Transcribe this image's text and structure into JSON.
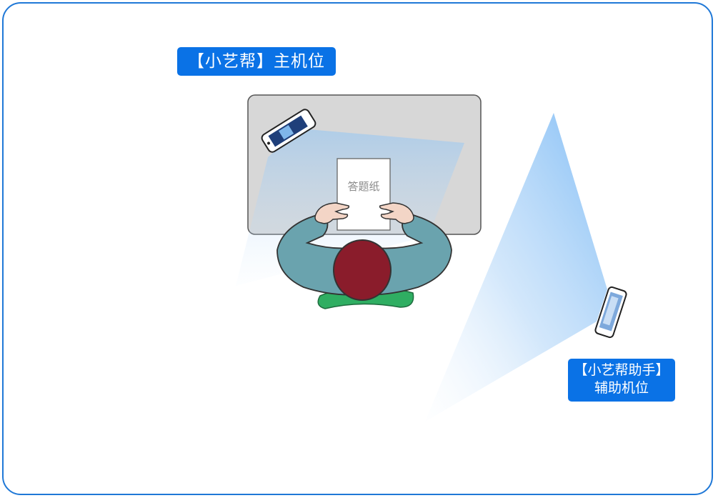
{
  "labels": {
    "main_camera": "【小艺帮】主机位",
    "aux_camera_line1": "【小艺帮助手】",
    "aux_camera_line2": "辅助机位"
  },
  "desk": {
    "answer_sheet_label": "答题纸"
  },
  "colors": {
    "frame_border": "#1f78d7",
    "label_background": "#0a72e6",
    "label_text": "#ffffff",
    "desk_fill": "#d7d7d7",
    "person_shirt": "#6aa3ae",
    "person_hair": "#8a1c2b",
    "chair": "#2fae62",
    "camera_beam": "#8fc4f5"
  },
  "icons": {
    "main_phone": "phone-landscape-icon",
    "aux_phone": "phone-portrait-icon"
  }
}
